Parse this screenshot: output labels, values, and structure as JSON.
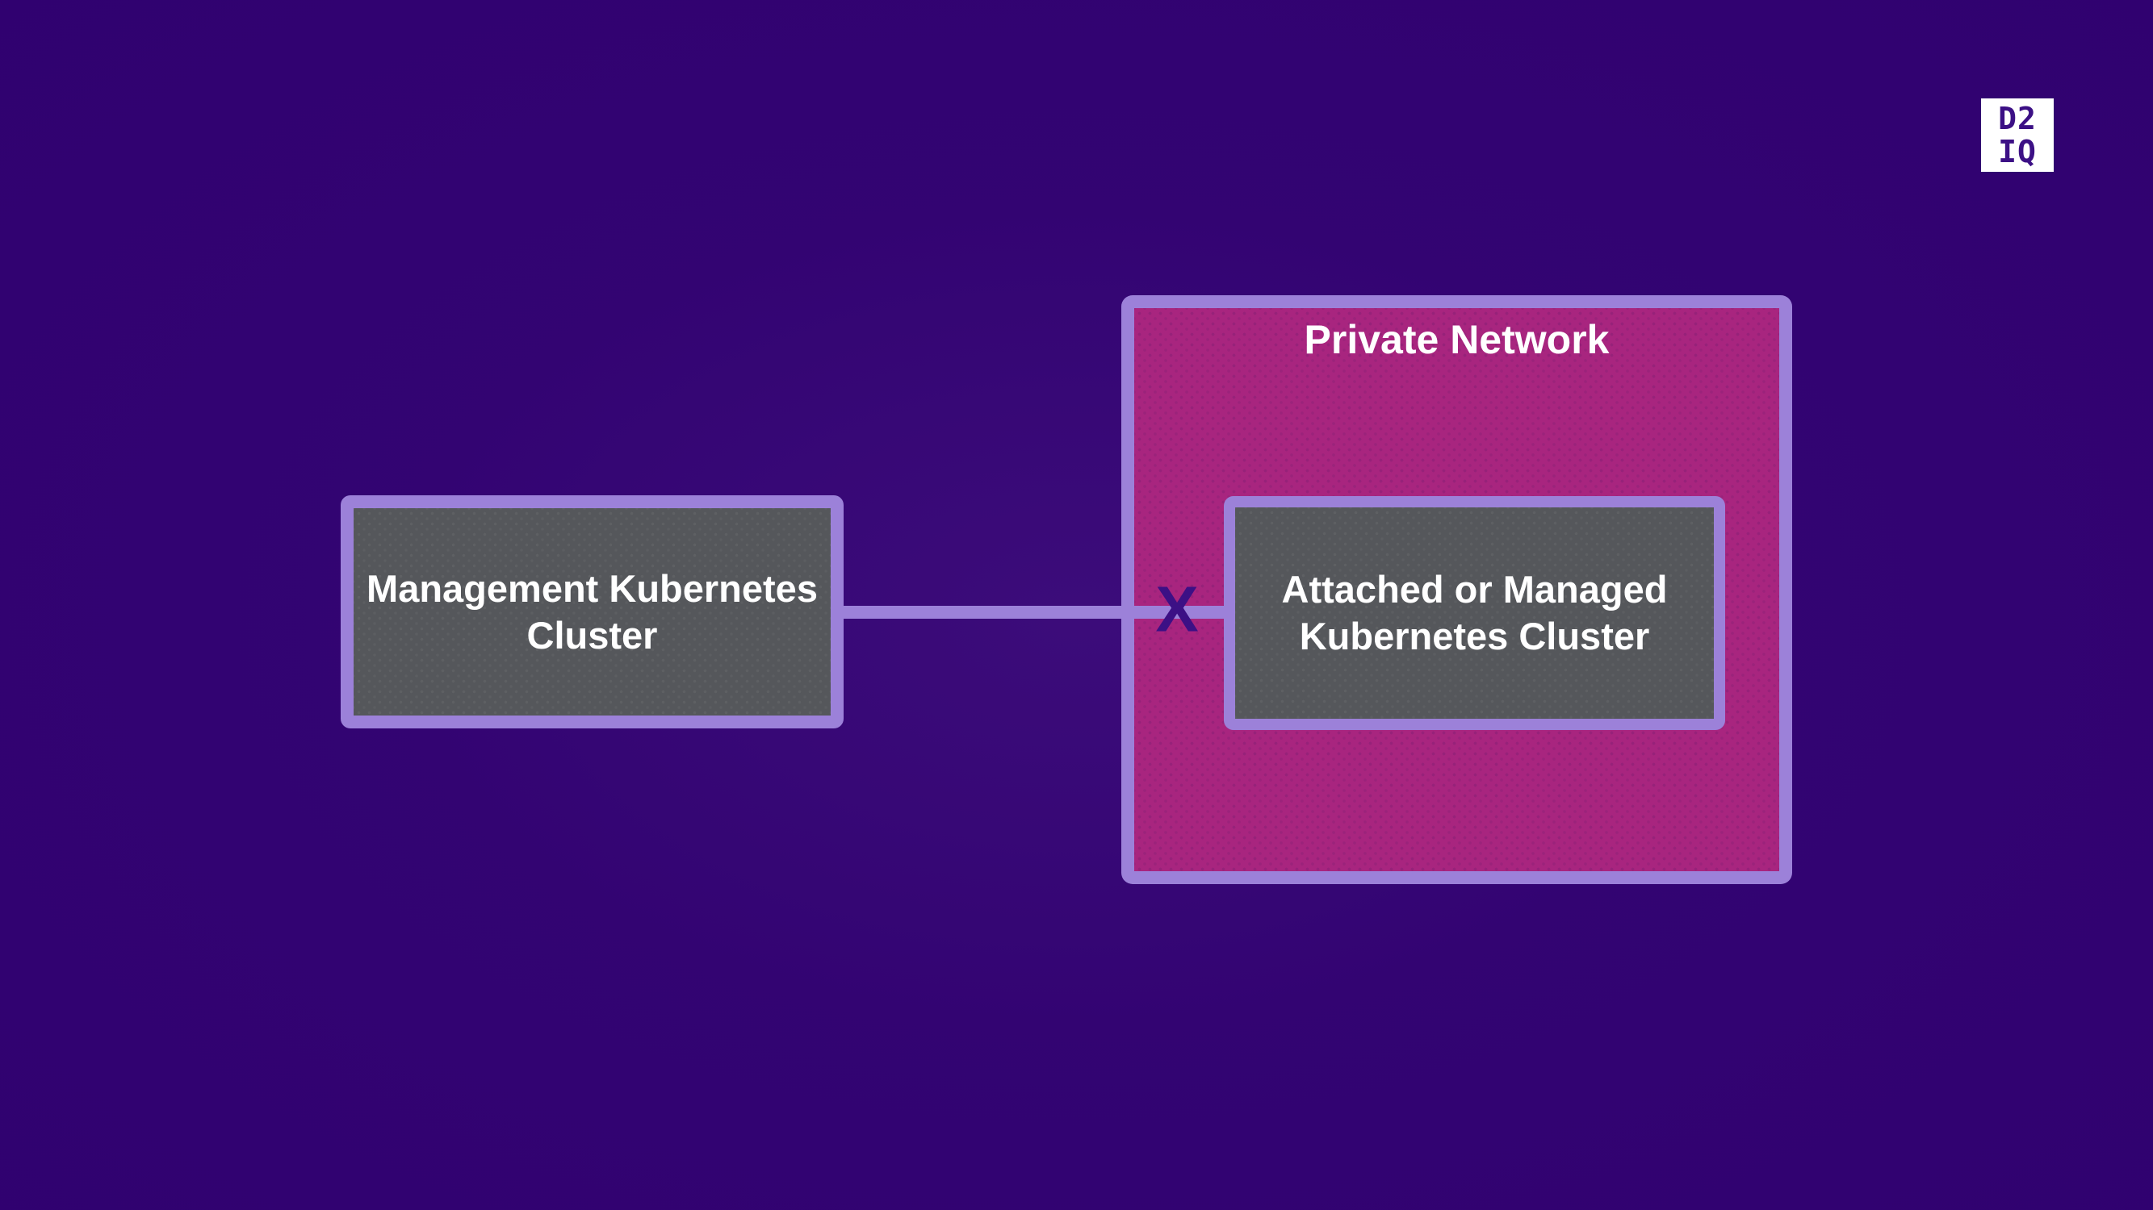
{
  "colors": {
    "background": "#300170",
    "border_lavender": "#9C81D9",
    "private_network_fill": "#A8257F",
    "node_fill": "#55575B",
    "marker_and_logo_purple": "#3C1085",
    "text": "#FFFFFF",
    "logo_background": "#FFFFFF"
  },
  "logo": {
    "line1": "D2",
    "line2": "IQ"
  },
  "diagram": {
    "private_network": {
      "title": "Private Network"
    },
    "nodes": [
      {
        "id": "management",
        "label": "Management Kubernetes Cluster"
      },
      {
        "id": "attached",
        "label": "Attached or Managed Kubernetes Cluster"
      }
    ],
    "connection": {
      "from": "management",
      "to": "attached",
      "blocked_marker": "X"
    }
  }
}
